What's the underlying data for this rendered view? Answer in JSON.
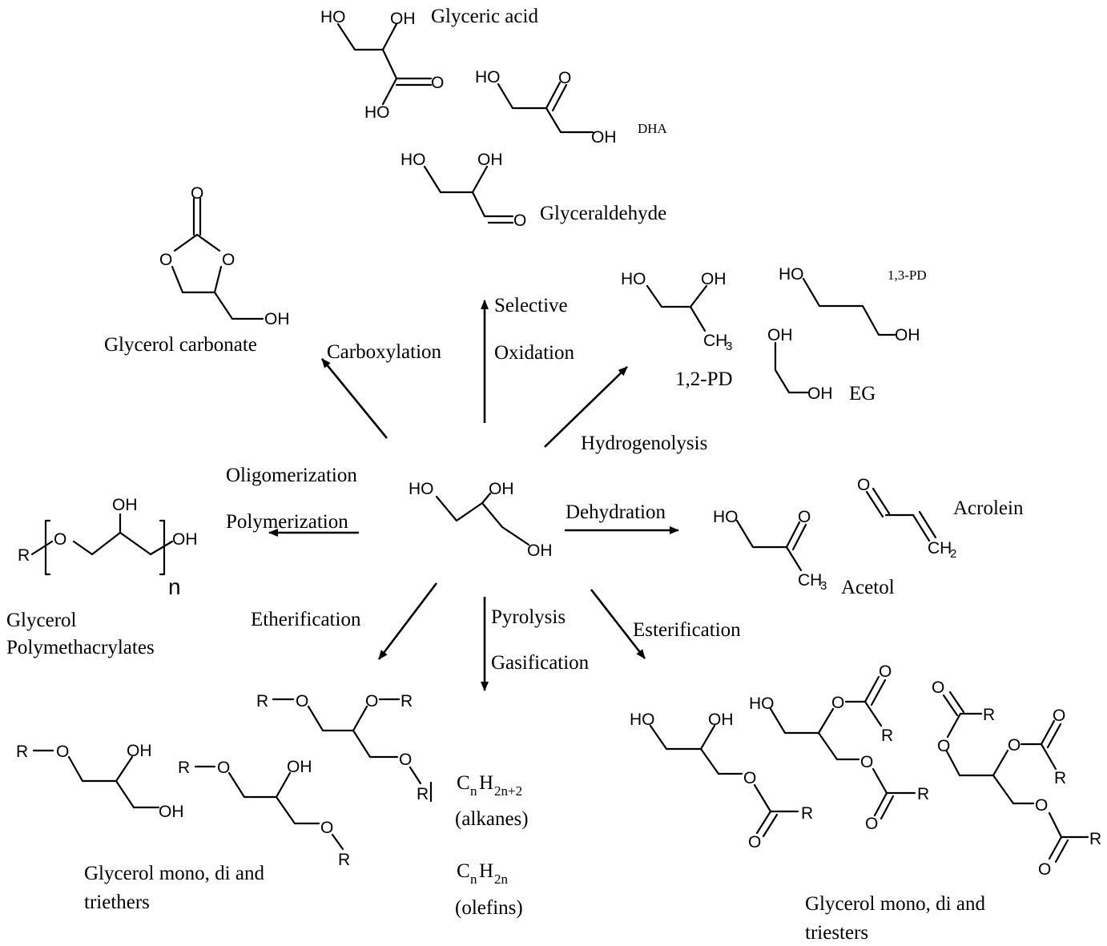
{
  "atoms": {
    "ho": "HO",
    "oh": "OH",
    "o": "O",
    "r": "R",
    "ch": "CH",
    "ch3_sub": "3",
    "ch2_sub": "2",
    "n": "n"
  },
  "processes": {
    "selective": "Selective",
    "oxidation": "Oxidation",
    "carboxylation": "Carboxylation",
    "hydrogenolysis": "Hydrogenolysis",
    "oligomerization": "Oligomerization",
    "polymerization": "Polymerization",
    "dehydration": "Dehydration",
    "etherification": "Etherification",
    "pyrolysis": "Pyrolysis",
    "gasification": "Gasification",
    "esterification": "Esterification"
  },
  "products": {
    "glyceric_acid": "Glyceric acid",
    "dha": "DHA",
    "glyceraldehyde": "Glyceraldehyde",
    "glycerol_carbonate": "Glycerol carbonate",
    "pd13": "1,3-PD",
    "pd12": "1,2-PD",
    "eg": "EG",
    "acrolein": "Acrolein",
    "acetol": "Acetol",
    "polymethacrylates_line1": "Glycerol",
    "polymethacrylates_line2": "Polymethacrylates",
    "ethers_line1": "Glycerol mono, di and",
    "ethers_line2": "triethers",
    "esters_line1": "Glycerol mono, di and",
    "esters_line2": "triesters",
    "alkanes_c": "C",
    "alkanes_n": "n",
    "alkanes_h": "H",
    "alkanes_h_sub": "2n+2",
    "alkanes_name": "(alkanes)",
    "olefins_c": "C",
    "olefins_n": "n",
    "olefins_h": "H",
    "olefins_h_sub": "2n",
    "olefins_name": "(olefins)"
  }
}
